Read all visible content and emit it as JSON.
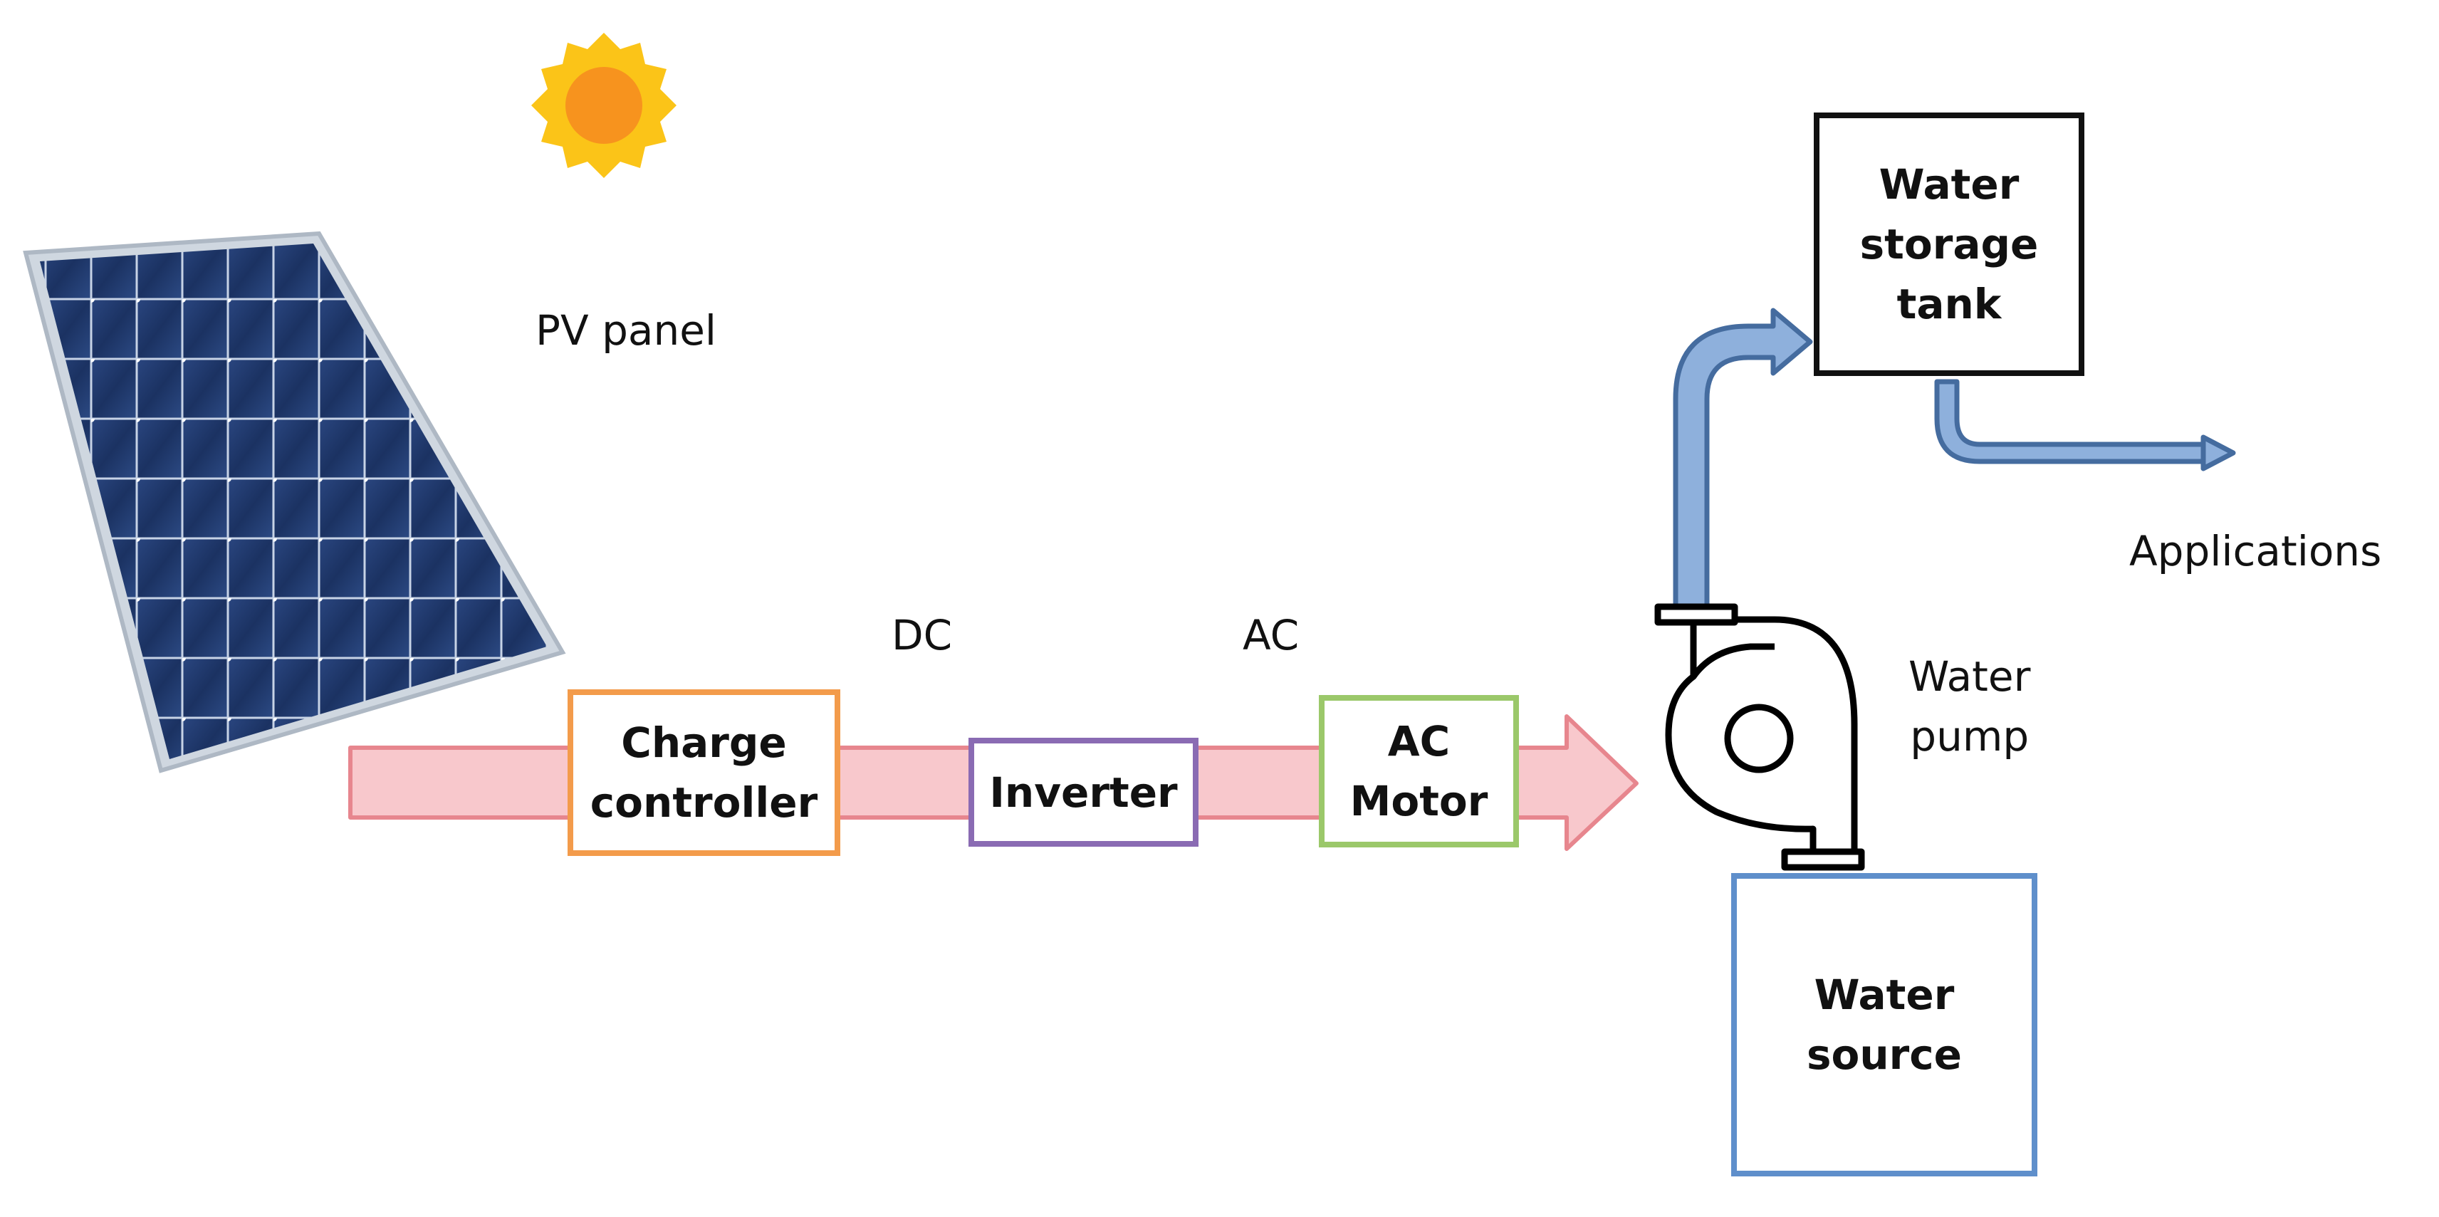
{
  "labels": {
    "pv_panel": "PV panel",
    "dc": "DC",
    "ac": "AC",
    "water_pump": "Water\npump",
    "applications": "Applications"
  },
  "boxes": {
    "charge_controller": "Charge\ncontroller",
    "inverter": "Inverter",
    "ac_motor": "AC\nMotor",
    "water_storage_tank": "Water\nstorage\ntank",
    "water_source": "Water\nsource"
  },
  "colors": {
    "power_arrow_fill": "#f8c8cc",
    "power_arrow_stroke": "#e7868e",
    "pipe_fill": "#8eb0dc",
    "pipe_stroke": "#456c9f",
    "charge_controller_border": "#f39b4b",
    "inverter_border": "#8a6bb3",
    "ac_motor_border": "#9bc86a",
    "water_storage_tank_border": "#111111",
    "water_source_border": "#5f8fcb",
    "sun_core": "#f7931e",
    "sun_rays": "#fbc418",
    "panel_cells": "#1d3360",
    "panel_frame": "#c9d2dc"
  },
  "icons": [
    "sun-icon",
    "solar-panel-icon",
    "centrifugal-pump-icon"
  ]
}
